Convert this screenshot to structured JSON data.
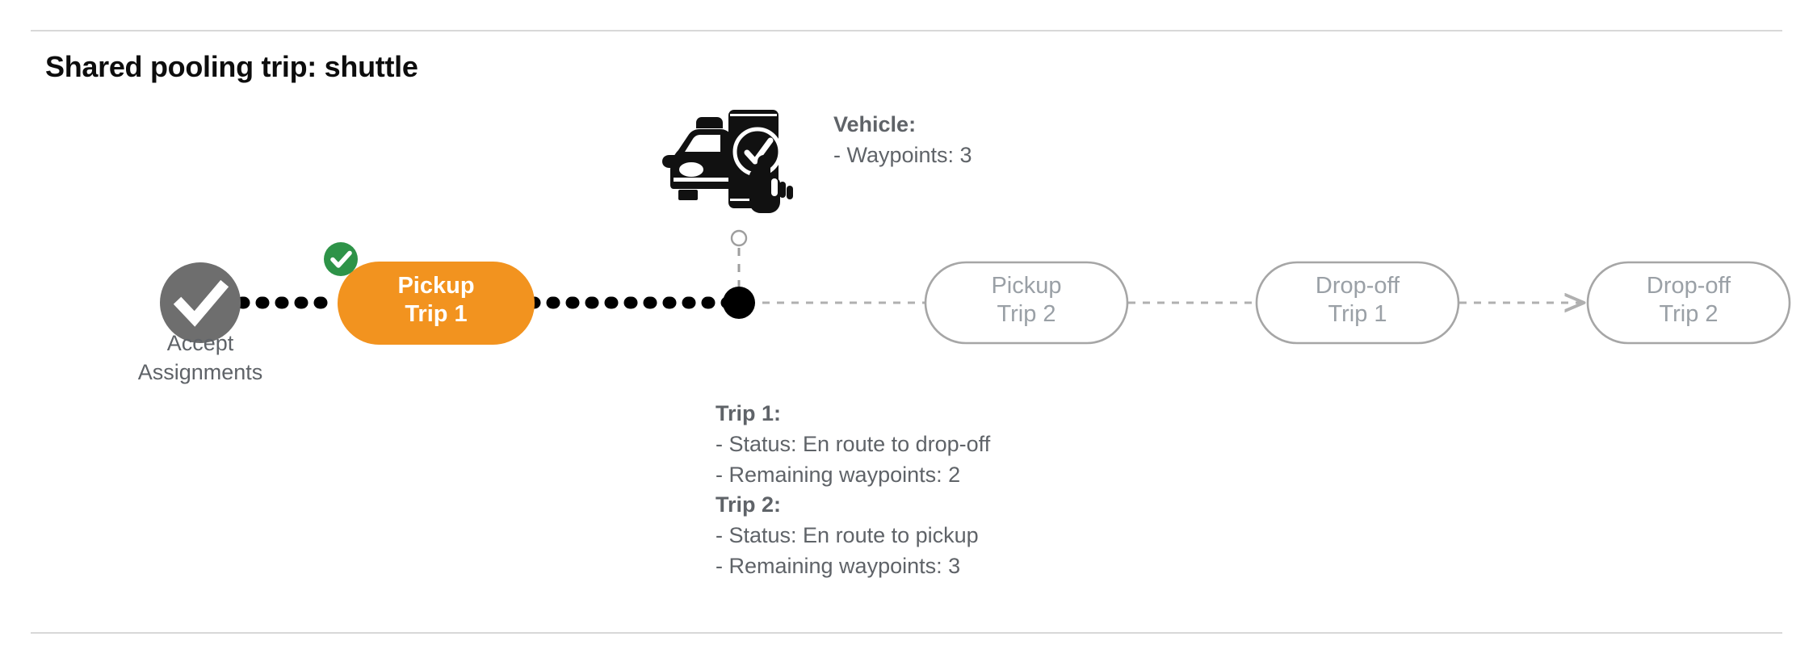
{
  "page": {
    "title": "Shared pooling trip: shuttle",
    "background": "#ffffff",
    "divider_color": "#d8d8d8"
  },
  "colors": {
    "active_pill": "#f2931f",
    "completed_badge": "#2e9348",
    "accept_circle": "#6e6e6e",
    "pending_outline": "#a6a6a6",
    "pending_text": "#9aa0a6",
    "body_text": "#5f6368",
    "traveled_path": "#000000",
    "upcoming_path": "#b0b0b0"
  },
  "flow": {
    "start_node": {
      "icon": "check-circle-icon",
      "label": "Accept\nAssignments",
      "state": "completed"
    },
    "steps": [
      {
        "id": "pickup-trip-1",
        "line1": "Pickup",
        "line2": "Trip 1",
        "state": "completed",
        "badge": "check-badge-icon"
      },
      {
        "id": "pickup-trip-2",
        "line1": "Pickup",
        "line2": "Trip 2",
        "state": "pending",
        "badge": null
      },
      {
        "id": "dropoff-trip-1",
        "line1": "Drop-off",
        "line2": "Trip 1",
        "state": "pending",
        "badge": null
      },
      {
        "id": "dropoff-trip-2",
        "line1": "Drop-off",
        "line2": "Trip 2",
        "state": "pending",
        "badge": null
      }
    ]
  },
  "vehicle": {
    "icon": "car-phone-check-icon",
    "heading": "Vehicle:",
    "waypoints_line": "- Waypoints: 3"
  },
  "trips": [
    {
      "heading": "Trip 1:",
      "status_line": "- Status:  En route to drop-off",
      "waypoints_line": "- Remaining waypoints: 2"
    },
    {
      "heading": "Trip 2:",
      "status_line": "- Status:  En route to pickup",
      "waypoints_line": "- Remaining waypoints: 3"
    }
  ]
}
